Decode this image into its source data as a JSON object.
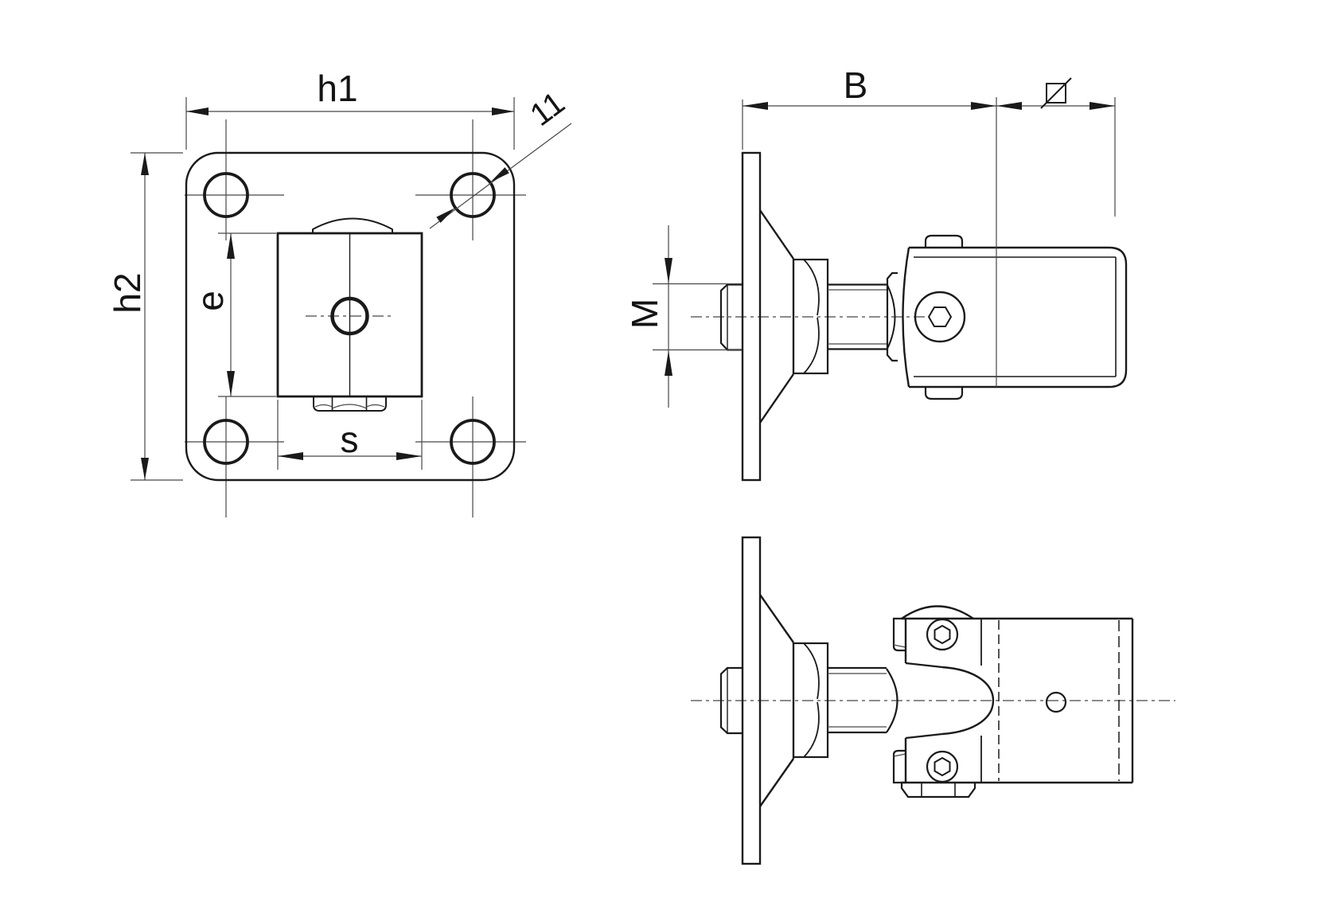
{
  "labels": {
    "h1": "h1",
    "h2": "h2",
    "e": "e",
    "s": "s",
    "hole_note": "11",
    "B": "B",
    "M": "M"
  },
  "colors": {
    "background": "#ffffff",
    "line": "#1a1a1a",
    "thin_line": "#474747"
  },
  "icons": {
    "square_section_symbol": "square-with-diagonal-slash"
  }
}
